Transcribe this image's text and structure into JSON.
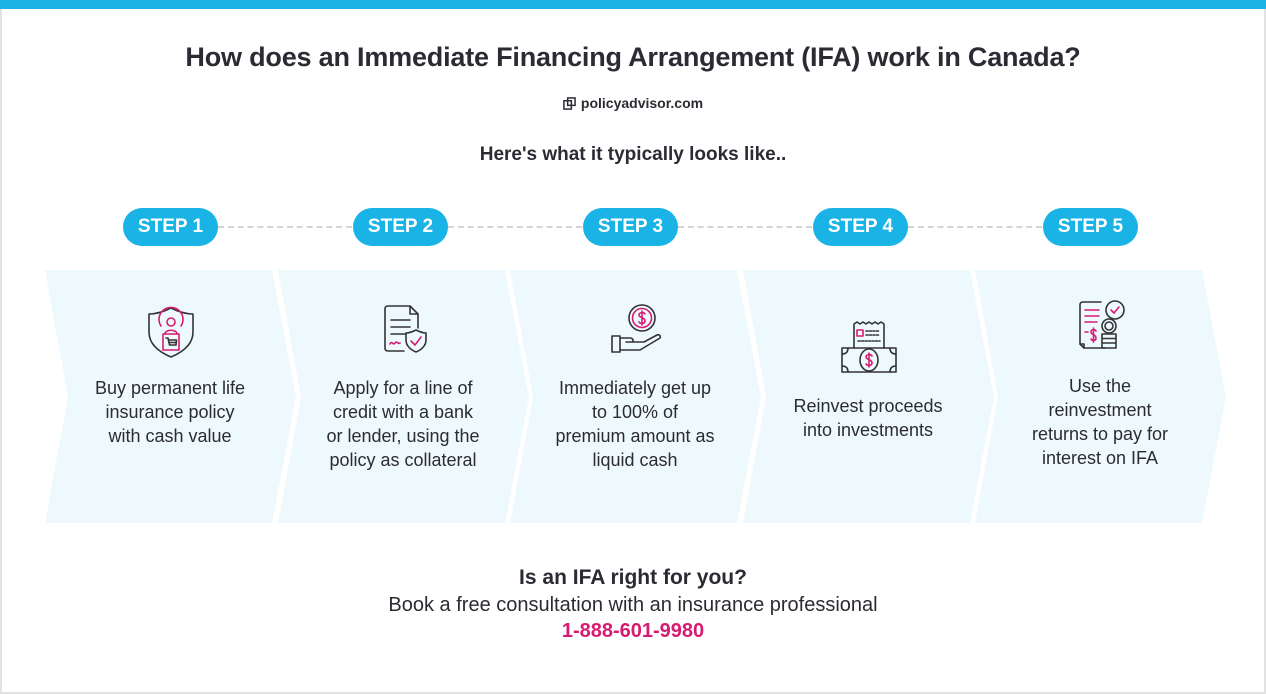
{
  "header": {
    "title": "How does an Immediate Financing Arrangement (IFA) work in Canada?",
    "brand": "policyadvisor.com",
    "brand_icon": "policyadvisor-logo-icon",
    "subtitle": "Here's what it typically looks like.."
  },
  "colors": {
    "accent": "#19b3e6",
    "highlight": "#d81b72",
    "panel_bg": "#eef9fe",
    "text": "#2b2b33"
  },
  "steps": [
    {
      "label": "STEP 1",
      "icon": "shield-person-cart-icon",
      "text_lines": [
        "Buy permanent life",
        "insurance policy",
        "with cash value"
      ]
    },
    {
      "label": "STEP 2",
      "icon": "document-shield-check-icon",
      "text_lines": [
        "Apply for a line of",
        "credit with a bank",
        "or lender, using the",
        "policy as collateral"
      ]
    },
    {
      "label": "STEP 3",
      "icon": "hand-coin-dollar-icon",
      "text_lines": [
        "Immediately get up",
        "to 100% of",
        "premium amount as",
        "liquid cash"
      ]
    },
    {
      "label": "STEP 4",
      "icon": "receipt-banknote-icon",
      "text_lines": [
        "Reinvest proceeds",
        "into investments"
      ]
    },
    {
      "label": "STEP 5",
      "icon": "invoice-coins-check-icon",
      "text_lines": [
        "Use the",
        "reinvestment",
        "returns to pay for",
        "interest on IFA"
      ]
    }
  ],
  "cta": {
    "question": "Is an IFA right for you?",
    "body": "Book a free consultation with an insurance professional",
    "phone": "1-888-601-9980"
  }
}
